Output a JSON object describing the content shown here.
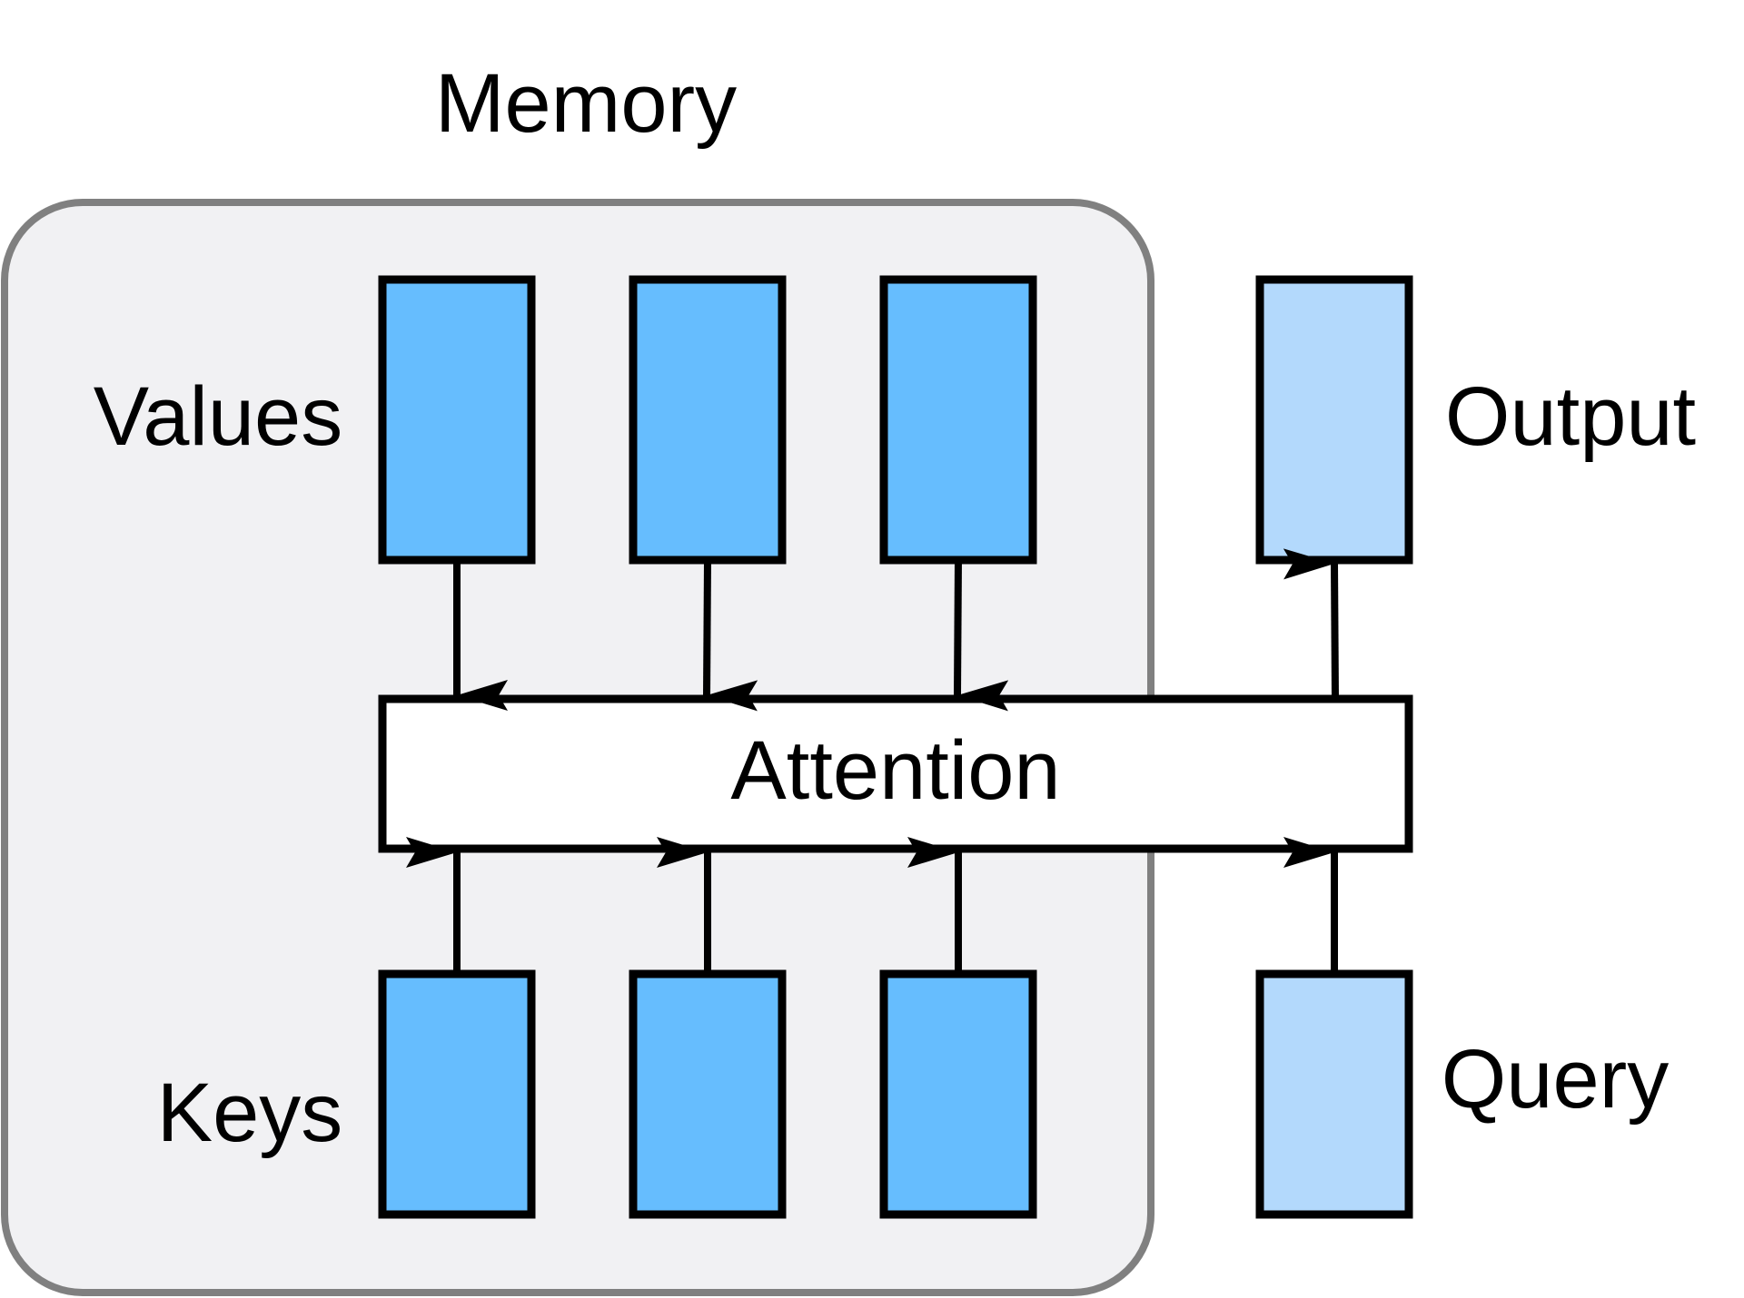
{
  "labels": {
    "memory": "Memory",
    "values": "Values",
    "keys": "Keys",
    "attention": "Attention",
    "output": "Output",
    "query": "Query"
  },
  "colors": {
    "memory_fill": "#f1f1f3",
    "memory_border": "#808080",
    "memory_block": "#66bdfe",
    "query_output_block": "#b3d9fc",
    "attention_fill": "#ffffff",
    "stroke": "#000000"
  },
  "structure": {
    "value_count": 3,
    "key_count": 3
  }
}
